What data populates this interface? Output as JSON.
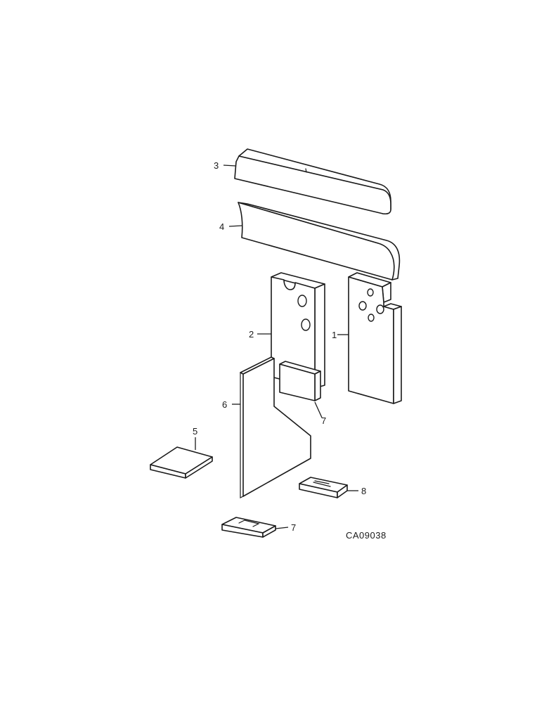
{
  "drawing_code": "CA09038",
  "callouts": {
    "part_1": "1",
    "part_2": "2",
    "part_3": "3",
    "part_4": "4",
    "part_5": "5",
    "part_6": "6",
    "part_7_upper": "7",
    "part_7_lower": "7",
    "part_8": "8"
  }
}
